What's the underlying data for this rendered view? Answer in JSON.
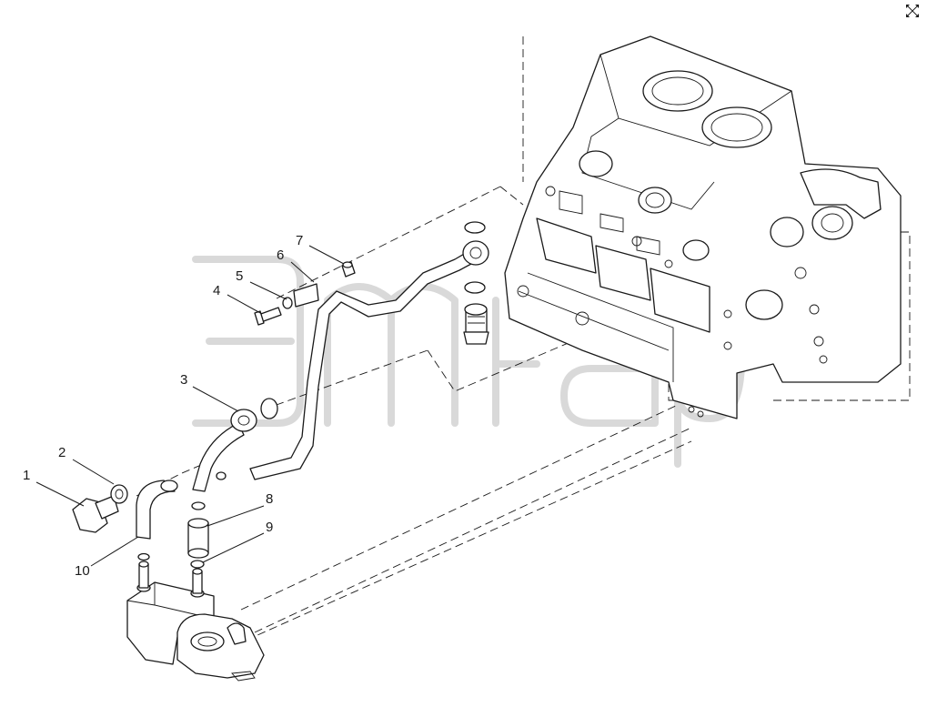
{
  "callouts": [
    {
      "id": "1",
      "label": "1"
    },
    {
      "id": "2",
      "label": "2"
    },
    {
      "id": "3",
      "label": "3"
    },
    {
      "id": "4",
      "label": "4"
    },
    {
      "id": "5",
      "label": "5"
    },
    {
      "id": "6",
      "label": "6"
    },
    {
      "id": "7",
      "label": "7"
    },
    {
      "id": "8",
      "label": "8"
    },
    {
      "id": "9",
      "label": "9"
    },
    {
      "id": "10",
      "label": "10"
    }
  ],
  "icons": {
    "corner": "expand-arrows-icon"
  }
}
